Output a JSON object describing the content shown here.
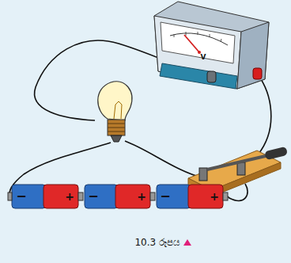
{
  "diagram": {
    "caption": "10.3 රූපය",
    "labels": [
      "V",
      "−",
      "+",
      "−",
      "+",
      "−",
      "+"
    ]
  }
}
